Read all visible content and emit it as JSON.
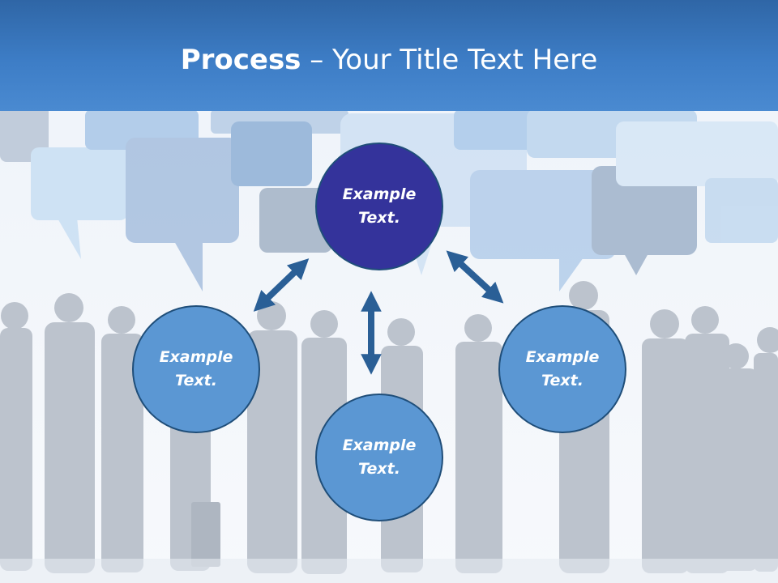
{
  "slide": {
    "title_bold": "Process",
    "title_rest": " – Your Title Text Here"
  },
  "nodes": {
    "center": {
      "line1": "Example",
      "line2": "Text."
    },
    "left": {
      "line1": "Example",
      "line2": "Text."
    },
    "right": {
      "line1": "Example",
      "line2": "Text."
    },
    "bottom": {
      "line1": "Example",
      "line2": "Text."
    }
  },
  "colors": {
    "header": "#3d7dc6",
    "center_node": "#34339b",
    "outer_node": "#5b97d3",
    "arrow": "#2a5f96"
  }
}
